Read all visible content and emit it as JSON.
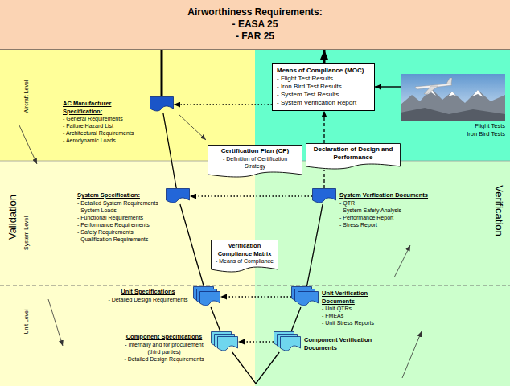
{
  "diagram": {
    "nodes": [
      {
        "text": [
          "Airworthiness Requirements:",
          "- EASA 25",
          "- FAR 25"
        ]
      },
      {
        "text": [
          "AC Manufacturer Specification:",
          "- General Requirements",
          "- Failure Hazard List",
          "- Architectural Requirements",
          "- Aerodynamic Loads"
        ]
      },
      {
        "text": [
          "Means of Compliance (MOC)",
          "- Flight Test Results",
          "- Iron Bird Test Results",
          "- System Test Results",
          "- System Verification Report"
        ]
      },
      {
        "text": [
          "Flight Tests",
          "Iron Bird Tests"
        ]
      },
      {
        "text": [
          "Certification Plan (CP)",
          "- Definition of Certification Strategy"
        ]
      },
      {
        "text": [
          "Declaration of Design and Performance"
        ]
      },
      {
        "text": [
          "System Specification:",
          "- Detailed System Requirements",
          "- System Loads",
          "- Functional Requirements",
          "- Performance Requirements",
          "- Safety Requirements",
          "- Qualification Requirements"
        ]
      },
      {
        "text": [
          "System Verfication Documents",
          "- QTR",
          "- System Safety Analysis",
          "- Performance Report",
          "- Stress Report"
        ]
      },
      {
        "text": [
          "Verification Compliance Matrix",
          "- Means of Compliance"
        ]
      },
      {
        "text": [
          "Unit Specifications",
          "- Detailed Design Requirements"
        ]
      },
      {
        "text": [
          "Unit Verification Documents",
          "- Unit QTRs",
          "- FMEAs",
          "- Unit Stress Reports"
        ]
      },
      {
        "text": [
          "Component Specifications",
          "- internally and for procurement (third parties)",
          "- Detailed Design Requirements"
        ]
      },
      {
        "text": [
          "Component Verification Documents"
        ]
      }
    ],
    "edges": [
      {
        "from": 0,
        "to": 1,
        "arrow": "none"
      },
      {
        "from": 2,
        "to": 0,
        "arrow": "to"
      },
      {
        "from": 2,
        "to": 1,
        "arrow": "to"
      },
      {
        "from": 3,
        "to": 2,
        "arrow": "to"
      },
      {
        "from": 1,
        "to": 6,
        "arrow": "none"
      },
      {
        "from": 6,
        "to": 9,
        "arrow": "none"
      },
      {
        "from": 9,
        "to": 11,
        "arrow": "none"
      },
      {
        "from": 11,
        "to": 12,
        "arrow": "none"
      },
      {
        "from": 12,
        "to": 10,
        "arrow": "none"
      },
      {
        "from": 10,
        "to": 7,
        "arrow": "none"
      },
      {
        "from": 7,
        "to": 6,
        "arrow": "to"
      },
      {
        "from": 10,
        "to": 9,
        "arrow": "to"
      },
      {
        "from": 12,
        "to": 11,
        "arrow": "to"
      },
      {
        "from": 7,
        "to": 5,
        "arrow": "none"
      },
      {
        "from": 5,
        "to": 2,
        "arrow": "to"
      }
    ],
    "labels": [
      "Validation",
      "Verification",
      "Aircraft Level",
      "System Level",
      "Unit Level"
    ]
  }
}
